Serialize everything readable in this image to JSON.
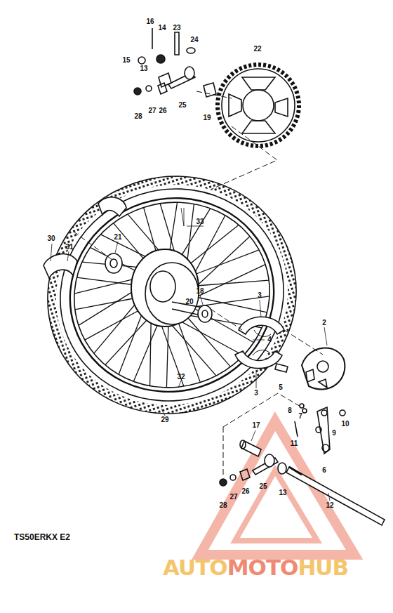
{
  "diagram": {
    "labels": [
      "16",
      "14",
      "23",
      "24",
      "15",
      "13",
      "22",
      "28",
      "27",
      "26",
      "25",
      "19",
      "33",
      "21",
      "30",
      "31",
      "18",
      "20",
      "3",
      "4",
      "3",
      "2",
      "5",
      "8",
      "7",
      "10",
      "9",
      "11",
      "6",
      "17",
      "29",
      "32",
      "28",
      "27",
      "26",
      "25",
      "13",
      "12",
      "TS50ERKX E2",
      "AUTO",
      "MOTO",
      "HUB"
    ]
  }
}
